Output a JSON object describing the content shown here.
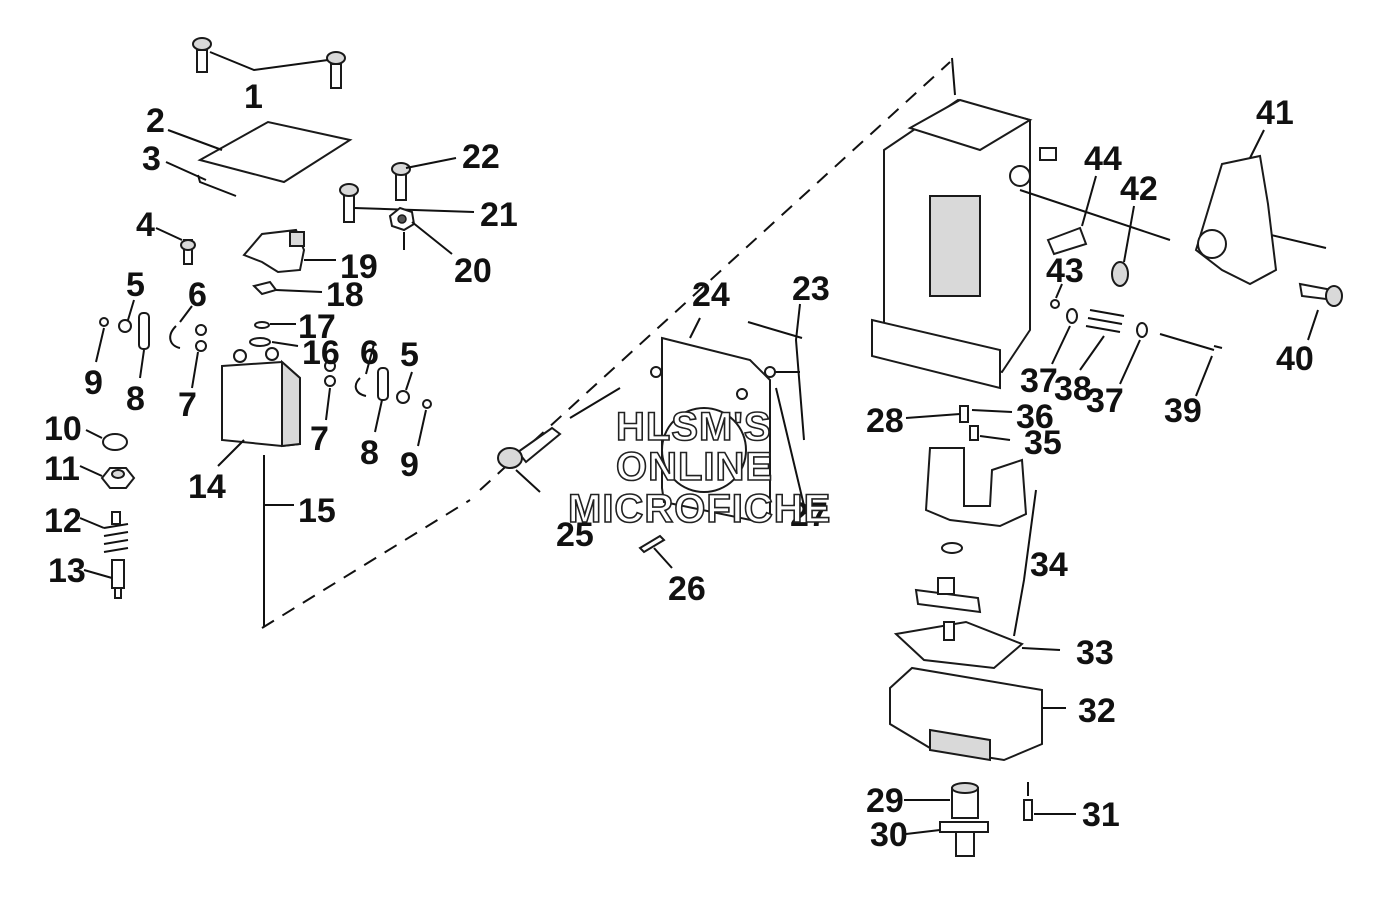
{
  "watermark": {
    "line1": "HLSM'S",
    "line2": "ONLINE",
    "line3": "MICROFICHE"
  },
  "callouts": [
    "1",
    "2",
    "3",
    "4",
    "5",
    "6",
    "7",
    "8",
    "9",
    "10",
    "11",
    "12",
    "13",
    "14",
    "15",
    "16",
    "17",
    "18",
    "19",
    "20",
    "21",
    "22",
    "23",
    "24",
    "25",
    "26",
    "27",
    "28",
    "29",
    "30",
    "31",
    "32",
    "33",
    "34",
    "35",
    "36",
    "37",
    "38",
    "39",
    "40",
    "41",
    "42",
    "43",
    "44"
  ],
  "colors": {
    "ink": "#111111",
    "paper": "#ffffff",
    "shade": "#d9d9d9"
  }
}
